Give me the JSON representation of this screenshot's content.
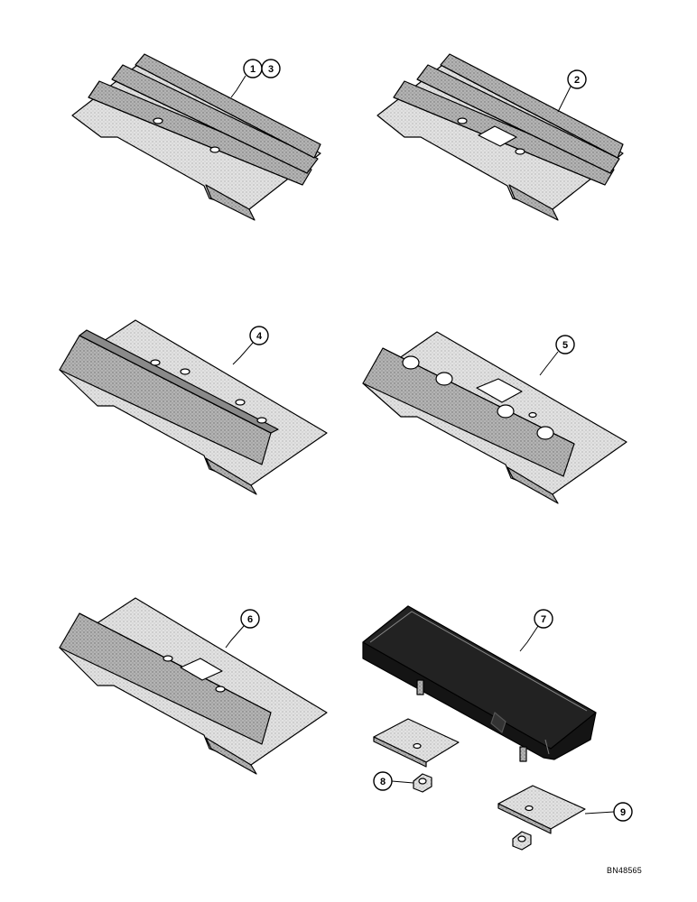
{
  "figure": {
    "reference_code": "BN48565",
    "callouts": [
      {
        "id": "c1",
        "label": "1"
      },
      {
        "id": "c3",
        "label": "3"
      },
      {
        "id": "c2",
        "label": "2"
      },
      {
        "id": "c4",
        "label": "4"
      },
      {
        "id": "c5",
        "label": "5"
      },
      {
        "id": "c6",
        "label": "6"
      },
      {
        "id": "c7",
        "label": "7"
      },
      {
        "id": "c8",
        "label": "8"
      },
      {
        "id": "c9",
        "label": "9"
      }
    ]
  },
  "colors": {
    "steel": "#d9d9d9",
    "steel_dark": "#a9a9a9",
    "rubber": "#141414",
    "outline": "#000000"
  }
}
